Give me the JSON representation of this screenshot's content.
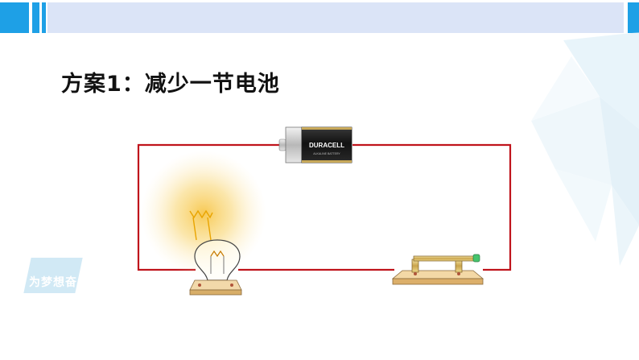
{
  "slide": {
    "title": "方案1：减少一节电池",
    "battery_brand": "DURACELL",
    "battery_subtext": "ALKALINE BATTERY",
    "watermark_text": "为梦想奋斗"
  },
  "colors": {
    "accent": "#1ea0e6",
    "header_band": "#dbe4f7",
    "wire": "#c0141c",
    "bulb_glow": "#f7c64a",
    "base_wood": "#e9c48c"
  }
}
